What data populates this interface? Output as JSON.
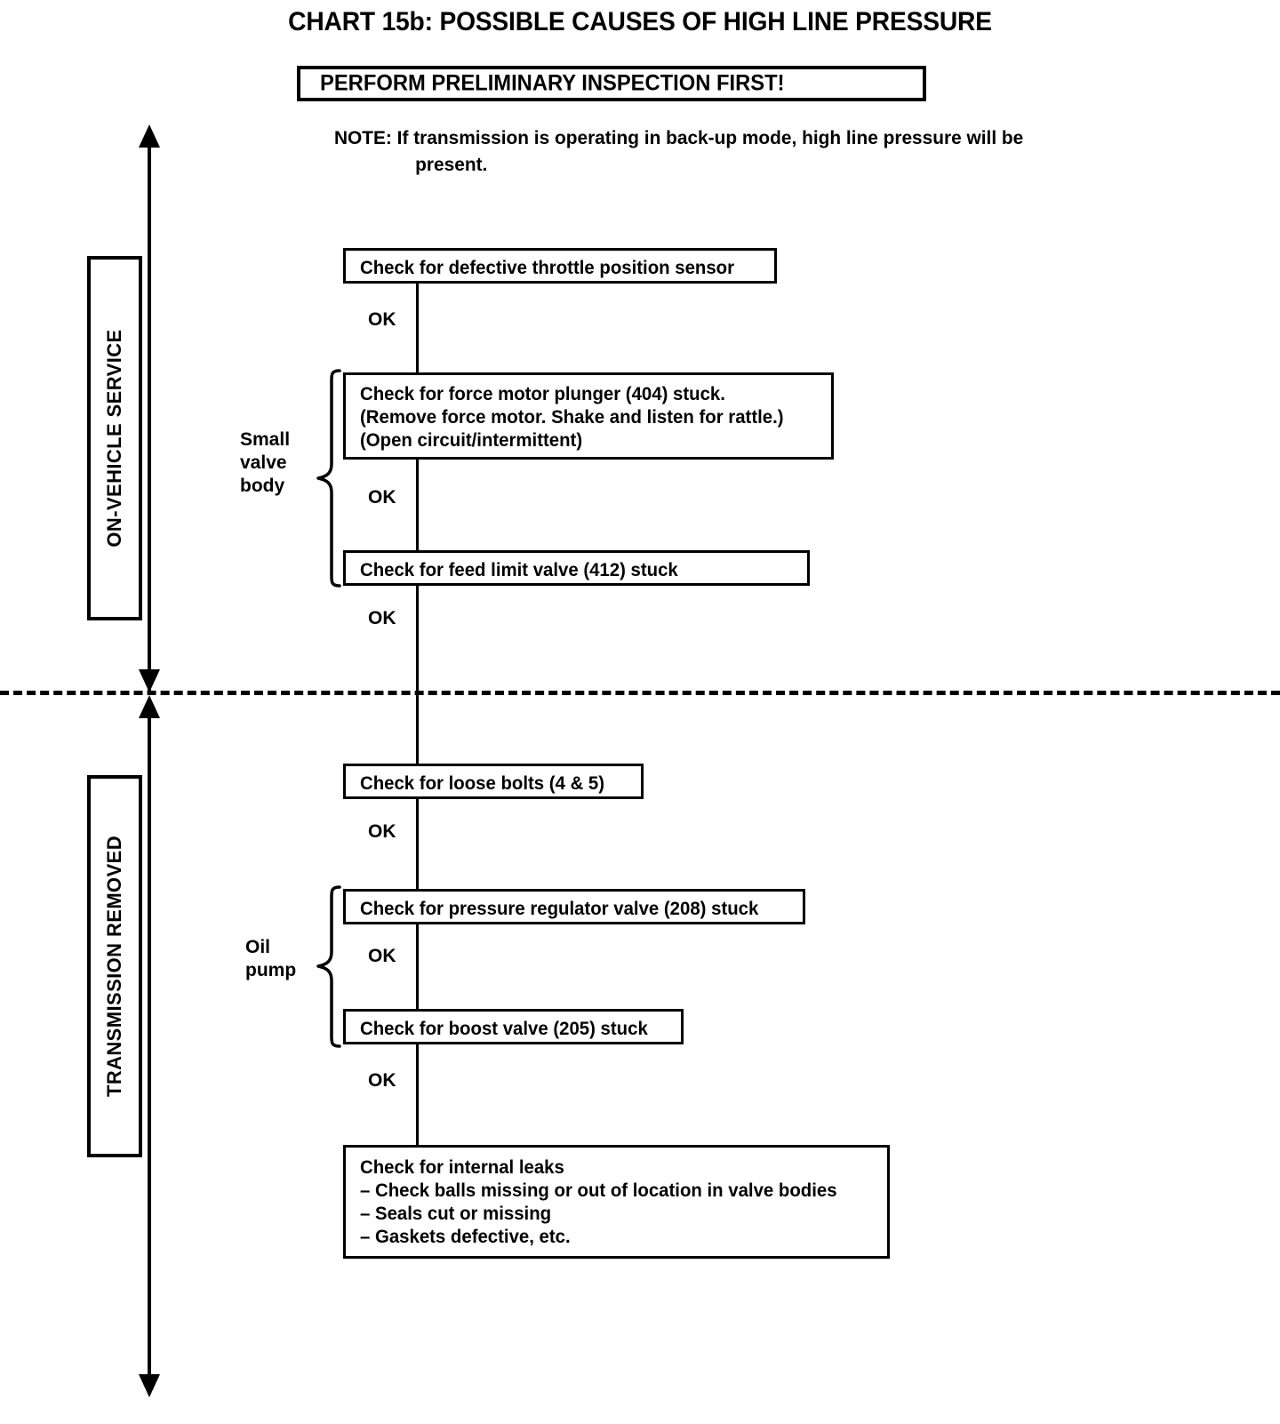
{
  "chart": {
    "title": "CHART 15b: POSSIBLE CAUSES OF HIGH LINE PRESSURE",
    "banner": "PERFORM PRELIMINARY INSPECTION FIRST!",
    "note_line1": "NOTE: If transmission is operating in back-up mode, high line pressure will be",
    "note_line2": "present.",
    "colors": {
      "ink": "#000000",
      "paper": "#ffffff"
    }
  },
  "sections": [
    {
      "id": "on-vehicle-service",
      "label": "ON-VEHICLE SERVICE"
    },
    {
      "id": "transmission-removed",
      "label": "TRANSMISSION REMOVED"
    }
  ],
  "groups": [
    {
      "id": "small-valve-body",
      "lines": [
        "Small",
        "valve",
        "body"
      ]
    },
    {
      "id": "oil-pump",
      "lines": [
        "Oil",
        "pump"
      ]
    }
  ],
  "steps": {
    "throttle_sensor": {
      "lines": [
        "Check for defective throttle position sensor"
      ]
    },
    "force_motor": {
      "lines": [
        "Check for force motor plunger (404) stuck.",
        "(Remove force motor. Shake and listen for rattle.)",
        "(Open circuit/intermittent)"
      ]
    },
    "feed_limit_valve": {
      "lines": [
        "Check for feed limit valve (412) stuck"
      ]
    },
    "loose_bolts": {
      "lines": [
        "Check for loose bolts (4 & 5)"
      ]
    },
    "pressure_regulator": {
      "lines": [
        "Check for pressure regulator valve (208) stuck"
      ]
    },
    "boost_valve": {
      "lines": [
        "Check for boost valve (205) stuck"
      ]
    },
    "internal_leaks": {
      "lines": [
        "Check for internal leaks",
        "– Check balls missing or out of location in valve bodies",
        "– Seals cut or missing",
        "– Gaskets defective, etc."
      ]
    }
  },
  "connectors": {
    "ok_1": "OK",
    "ok_2": "OK",
    "ok_3": "OK",
    "ok_4": "OK",
    "ok_5": "OK",
    "ok_6": "OK"
  },
  "chart_data": {
    "type": "flowchart",
    "title": "CHART 15b: POSSIBLE CAUSES OF HIGH LINE PRESSURE",
    "orientation": "top-to-bottom",
    "sections": [
      {
        "name": "ON-VEHICLE SERVICE",
        "nodes": [
          "Check for defective throttle position sensor",
          "Check for force motor plunger (404) stuck. (Remove force motor. Shake and listen for rattle.) (Open circuit/intermittent)",
          "Check for feed limit valve (412) stuck"
        ],
        "grouped": {
          "label": "Small valve body",
          "nodes": [
            1,
            2
          ]
        }
      },
      {
        "name": "TRANSMISSION REMOVED",
        "nodes": [
          "Check for loose bolts (4 & 5)",
          "Check for pressure regulator valve (208) stuck",
          "Check for boost valve (205) stuck",
          "Check for internal leaks – Check balls missing or out of location in valve bodies – Seals cut or missing – Gaskets defective, etc."
        ],
        "grouped": {
          "label": "Oil pump",
          "nodes": [
            1,
            2
          ]
        }
      }
    ],
    "edge_labels": [
      "OK",
      "OK",
      "OK",
      "OK",
      "OK",
      "OK"
    ],
    "divider": "dashed horizontal line separating ON-VEHICLE SERVICE from TRANSMISSION REMOVED"
  }
}
